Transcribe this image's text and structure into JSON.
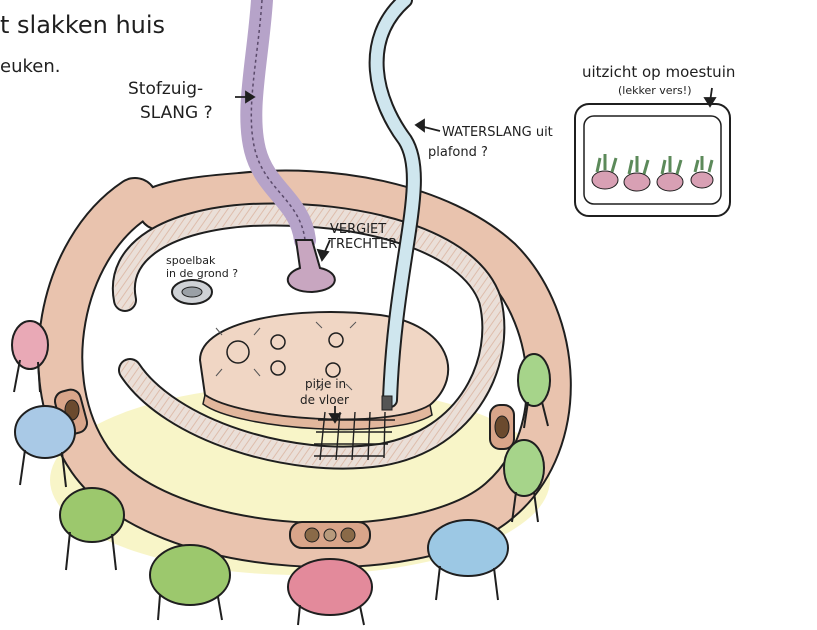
{
  "labels": {
    "title_line1": "t slakken huis",
    "title_line2": "euken.",
    "stofzuig_line1": "Stofzuig-",
    "stofzuig_line2": "SLANG ?",
    "waterslang_line1": "WATERSLANG uit",
    "waterslang_line2": "plafond ?",
    "uitzicht": "uitzicht op moestuin",
    "lekker_vers": "(lekker vers!)",
    "vergiet_line1": "VERGIET",
    "vergiet_line2": "TRECHTER",
    "spoelbak_line1": "spoelbak",
    "spoelbak_line2": "in de grond ?",
    "pitje_line1": "pitje in",
    "pitje_line2": "de vloer"
  },
  "colors": {
    "paper": "#ffffff",
    "ink": "#1f1f1f",
    "counter_fill": "#e9c3ae",
    "counter_inner": "#f2dccd",
    "inner_wall": "#d9d9d9",
    "island": "#f0d6c4",
    "hose_purple": "#b6a3c9",
    "hose_water": "#cfe6ee",
    "floor_yellow": "#f3ec9a",
    "plant_pot": "#d8a0b4",
    "plant_leaf": "#5c8a5a",
    "stool_colors": [
      "#e9a9b6",
      "#a9c9e6",
      "#9cc86d",
      "#9cc86d",
      "#e38a9b",
      "#9cc8e4",
      "#a6d48a"
    ]
  },
  "icons": [
    "vacuum-hose-icon",
    "water-hose-icon",
    "funnel-icon",
    "sink-icon",
    "stove-grid-icon",
    "plate-icon",
    "plant-icon",
    "window-icon",
    "stool-icon"
  ]
}
